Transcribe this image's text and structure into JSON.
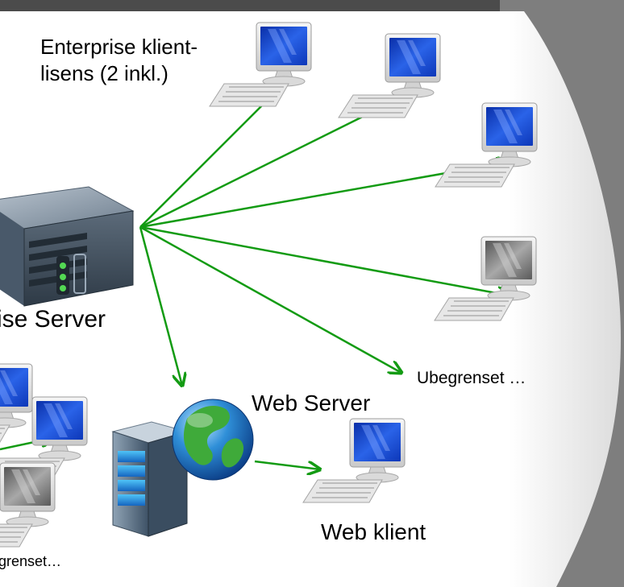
{
  "labels": {
    "enterprise_line1": "Enterprise klient-",
    "enterprise_line2": "lisens (2 inkl.)",
    "server": "ise Server",
    "unlimited_right": "Ubegrenset …",
    "web_server": "Web Server",
    "web_client": "Web klient",
    "unlimited_left": "grenset…"
  },
  "colors": {
    "background_dark": "#4b4b4b",
    "background_grey": "#7e7e7e",
    "panel_white": "#ffffff",
    "arrow": "#139b13",
    "screen_blue": "#1f53d6",
    "screen_grey": "#8a8a8a"
  },
  "icons": {
    "server_rack": "rack-server-icon",
    "web_server": "web-server-icon",
    "globe": "globe-icon",
    "client_computer": "computer-icon"
  }
}
